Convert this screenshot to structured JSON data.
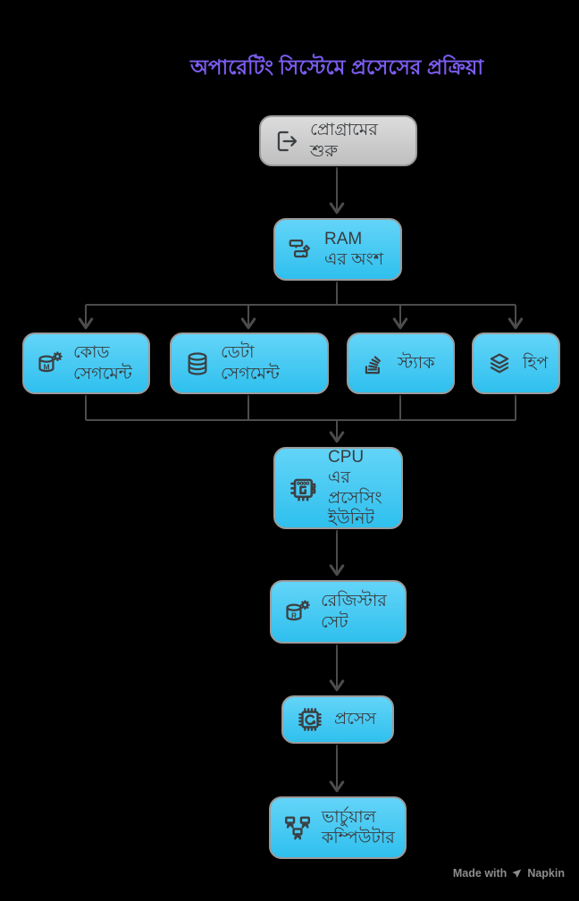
{
  "title": "অপারেটিং সিস্টেমে প্রসেসের প্রক্রিয়া",
  "colors": {
    "bg": "#000000",
    "title": "#7b5cf0",
    "cyan-top": "#63d4f8",
    "cyan-bottom": "#2fc0ee",
    "gray-top": "#dcdcdc",
    "gray-bottom": "#bfbfbf",
    "node-border": "#9b9b9b",
    "node-text": "#383c3f",
    "connector": "#4c4c4c",
    "watermark": "#8d8d8d"
  },
  "nodes": {
    "start": {
      "label": "প্রোগ্রামের শুরু",
      "icon": "program-start-icon"
    },
    "ram": {
      "label": "RAM এর অংশ",
      "icon": "memory-partition-icon"
    },
    "code": {
      "label": "কোড সেগমেন্ট",
      "icon": "code-memory-icon"
    },
    "data": {
      "label": "ডেটা সেগমেন্ট",
      "icon": "database-icon"
    },
    "stack": {
      "label": "স্ট্যাক",
      "icon": "stack-icon"
    },
    "heap": {
      "label": "হিপ",
      "icon": "layers-icon"
    },
    "cpu": {
      "label": "CPU এর প্রসেসিং ইউনিট",
      "icon": "cpu-chip-icon"
    },
    "register": {
      "label": "রেজিস্টার সেট",
      "icon": "register-memory-icon"
    },
    "process": {
      "label": "প্রসেস",
      "icon": "process-chip-icon"
    },
    "virtual": {
      "label": "ভার্চুয়াল কম্পিউটার",
      "icon": "virtual-computers-icon"
    }
  },
  "watermark": {
    "prefix": "Made with",
    "brand": "Napkin"
  }
}
